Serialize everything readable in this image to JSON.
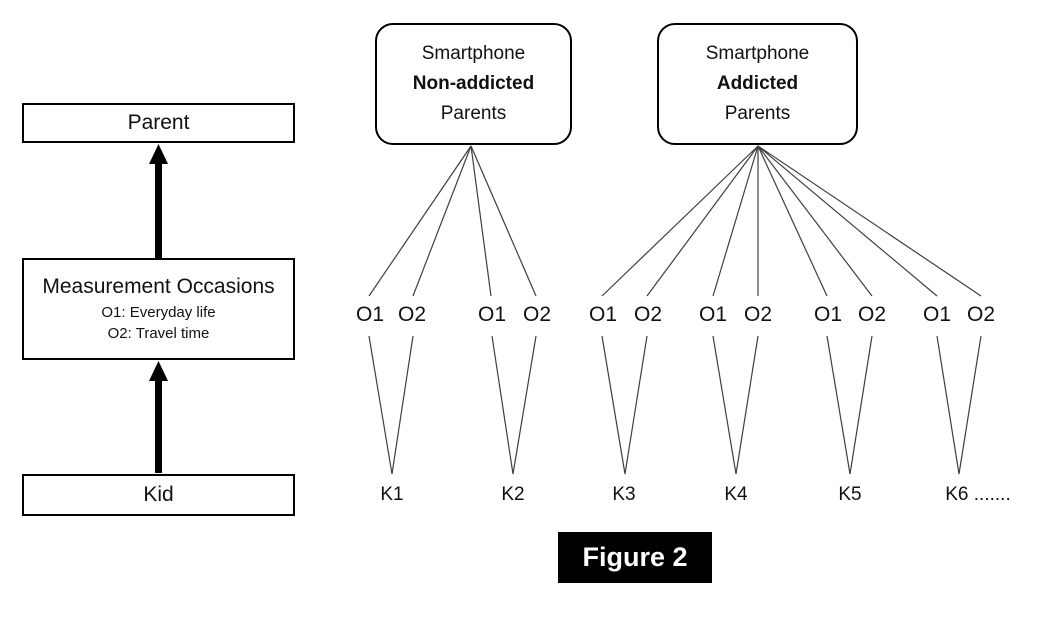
{
  "figure": {
    "caption": "Figure 2",
    "colors": {
      "background": "#ffffff",
      "thin_line": "#3f3f3f",
      "box_border": "#000000",
      "arrow": "#000000",
      "caption_bg": "#000000",
      "caption_text": "#ffffff"
    }
  },
  "hierarchy_panel": {
    "parent_label": "Parent",
    "measurement_title": "Measurement Occasions",
    "measurement_item_1": "O1: Everyday life",
    "measurement_item_2": "O2: Travel time",
    "kid_label": "Kid"
  },
  "groups": [
    {
      "line1": "Smartphone",
      "line2": "Non-addicted",
      "line3": "Parents"
    },
    {
      "line1": "Smartphone",
      "line2": "Addicted",
      "line3": "Parents"
    }
  ],
  "occasions": {
    "pairs": [
      {
        "o1": "O1",
        "o2": "O2"
      },
      {
        "o1": "O1",
        "o2": "O2"
      },
      {
        "o1": "O1",
        "o2": "O2"
      },
      {
        "o1": "O1",
        "o2": "O2"
      },
      {
        "o1": "O1",
        "o2": "O2"
      },
      {
        "o1": "O1",
        "o2": "O2"
      }
    ]
  },
  "kids": [
    {
      "label": "K1"
    },
    {
      "label": "K2"
    },
    {
      "label": "K3"
    },
    {
      "label": "K4"
    },
    {
      "label": "K5"
    },
    {
      "label": "K6 ......."
    }
  ]
}
